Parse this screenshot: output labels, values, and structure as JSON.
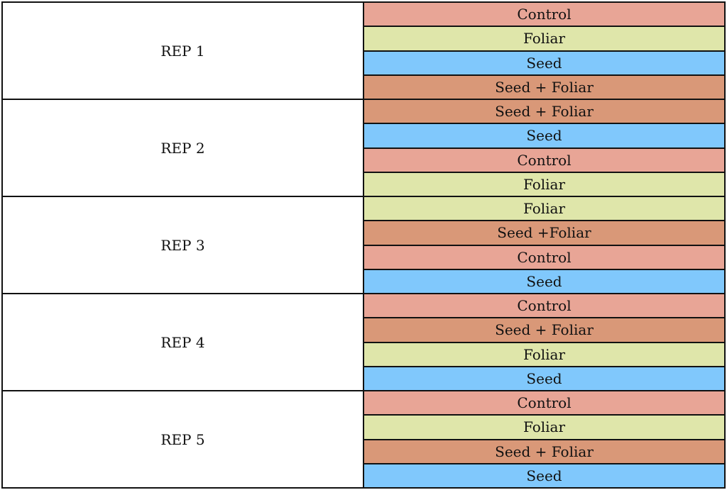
{
  "colors": {
    "Control": "#e8a596",
    "Foliar": "#dfe6aa",
    "Seed": "#80c8fc",
    "Seed + Foliar": "#d99878",
    "Seed +Foliar": "#d99878"
  },
  "reps": [
    {
      "label": "REP 1",
      "treatments": [
        "Control",
        "Foliar",
        "Seed",
        "Seed + Foliar"
      ]
    },
    {
      "label": "REP 2",
      "treatments": [
        "Seed + Foliar",
        "Seed",
        "Control",
        "Foliar"
      ]
    },
    {
      "label": "REP 3",
      "treatments": [
        "Foliar",
        "Seed +Foliar",
        "Control",
        "Seed"
      ]
    },
    {
      "label": "REP 4",
      "treatments": [
        "Control",
        "Seed + Foliar",
        "Foliar",
        "Seed"
      ]
    },
    {
      "label": "REP 5",
      "treatments": [
        "Control",
        "Foliar",
        "Seed + Foliar",
        "Seed"
      ]
    }
  ]
}
